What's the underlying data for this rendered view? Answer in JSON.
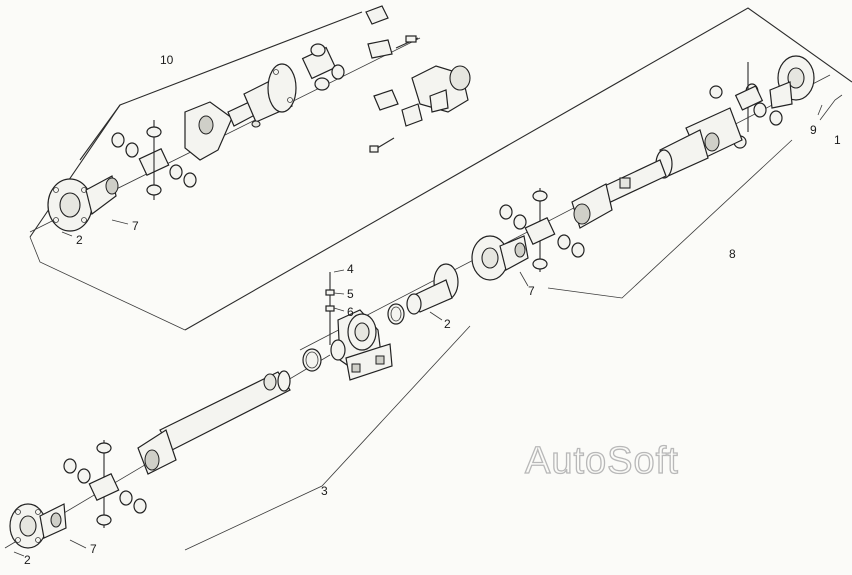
{
  "watermark": "AutoSoft",
  "callouts": [
    {
      "id": "c1",
      "label": "1"
    },
    {
      "id": "c2a",
      "label": "2"
    },
    {
      "id": "c2b",
      "label": "2"
    },
    {
      "id": "c2c",
      "label": "2"
    },
    {
      "id": "c3",
      "label": "3"
    },
    {
      "id": "c4",
      "label": "4"
    },
    {
      "id": "c5",
      "label": "5"
    },
    {
      "id": "c6",
      "label": "6"
    },
    {
      "id": "c7a",
      "label": "7"
    },
    {
      "id": "c7b",
      "label": "7"
    },
    {
      "id": "c7c",
      "label": "7"
    },
    {
      "id": "c8",
      "label": "8"
    },
    {
      "id": "c9",
      "label": "9"
    },
    {
      "id": "c10",
      "label": "10"
    }
  ],
  "colors": {
    "line": "#2b2b2b",
    "watermark": "#b8b8b8",
    "background": "#fbfbf8"
  }
}
